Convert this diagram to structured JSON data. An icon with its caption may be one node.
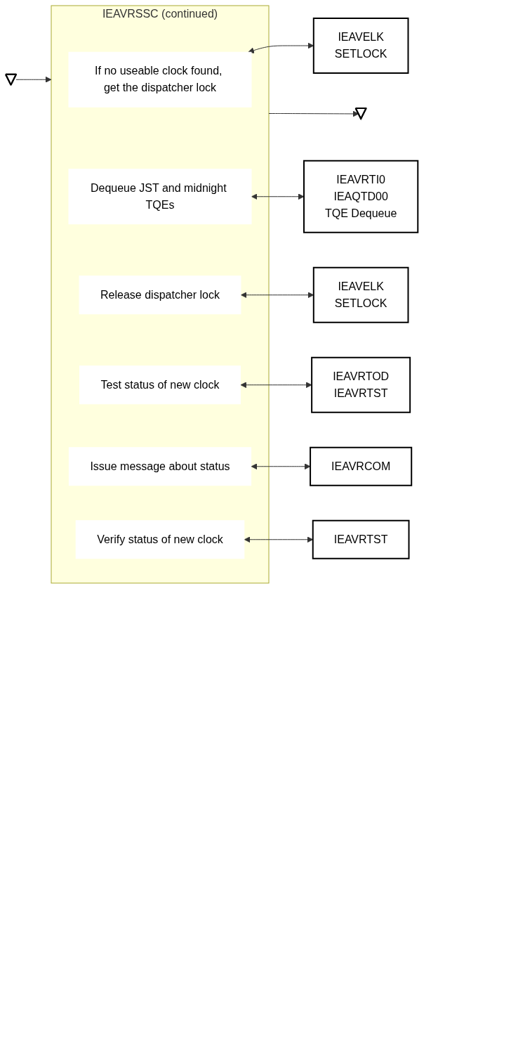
{
  "diagram": {
    "nodes": [
      {
        "text": [],
        "shape": "pentagon"
      },
      {
        "text": [
          "IEAVRSSC (continued)"
        ]
      },
      {
        "text": [
          "If no useable clock found, get the dispatcher lock"
        ],
        "in": 1
      },
      {
        "text": [
          "IEAVELK",
          "SETLOCK"
        ]
      },
      {
        "text": [
          "Dequeue JST and midnight TQEs"
        ],
        "in": 1
      },
      {
        "text": [
          "IEAVRTI0",
          "IEAQTD00",
          "TQE Dequeue"
        ]
      },
      {
        "text": [
          "Release dispatcher lock"
        ],
        "in": 1
      },
      {
        "text": [
          "IEAVELK",
          "SETLOCK"
        ]
      },
      {
        "text": [
          "Test status of new clock"
        ],
        "in": 1
      },
      {
        "text": [
          "IEAVRTOD",
          "IEAVRTST"
        ]
      },
      {
        "text": [
          "Issue message about status"
        ],
        "in": 1
      },
      {
        "text": [
          "IEAVRCOM"
        ]
      },
      {
        "text": [
          "Verify status of new clock"
        ],
        "in": 1
      },
      {
        "text": [
          "IEAVRTST"
        ]
      },
      {
        "text": [],
        "shape": "pentagon"
      }
    ],
    "edges": [
      {
        "from": 0,
        "to": 1,
        "arrow": "to"
      },
      {
        "from": 2,
        "to": 3,
        "arrow": "both"
      },
      {
        "from": 4,
        "to": 5,
        "arrow": "both"
      },
      {
        "from": 6,
        "to": 7,
        "arrow": "both"
      },
      {
        "from": 8,
        "to": 9,
        "arrow": "both"
      },
      {
        "from": 10,
        "to": 11,
        "arrow": "both"
      },
      {
        "from": 12,
        "to": 13,
        "arrow": "both"
      },
      {
        "from": 1,
        "to": 14,
        "arrow": "to"
      }
    ]
  }
}
